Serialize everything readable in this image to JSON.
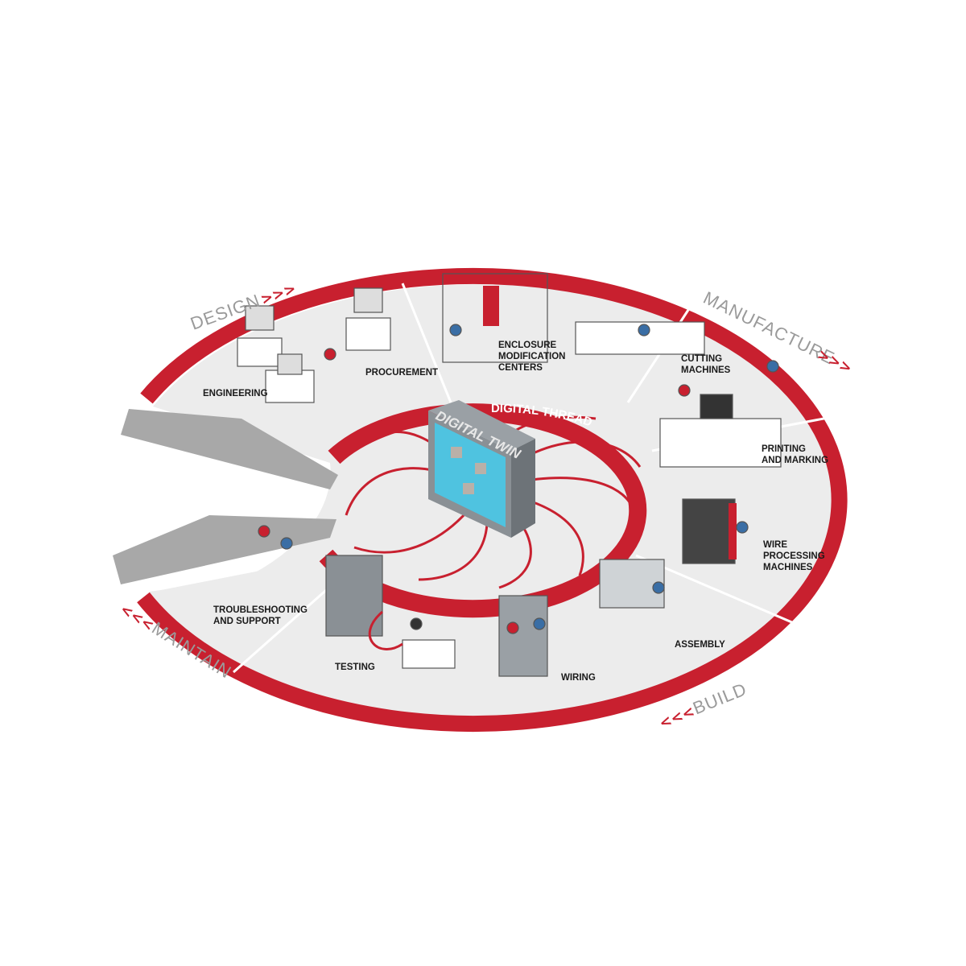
{
  "phases": {
    "design": "DESIGN",
    "manufacture": "MANUFACTURE",
    "build": "BUILD",
    "maintain": "MAINTAIN",
    "forward_arrows": ">>>",
    "back_arrows": "<<<"
  },
  "center": {
    "thread": "DIGITAL THREAD",
    "twin": "DIGITAL TWIN"
  },
  "stations": [
    {
      "id": "engineering",
      "lines": [
        "ENGINEERING"
      ]
    },
    {
      "id": "procurement",
      "lines": [
        "PROCUREMENT"
      ]
    },
    {
      "id": "enclosure",
      "lines": [
        "ENCLOSURE",
        "MODIFICATION",
        "CENTERS"
      ]
    },
    {
      "id": "cutting",
      "lines": [
        "CUTTING",
        "MACHINES"
      ]
    },
    {
      "id": "printing",
      "lines": [
        "PRINTING",
        "AND MARKING"
      ]
    },
    {
      "id": "wire",
      "lines": [
        "WIRE",
        "PROCESSING",
        "MACHINES"
      ]
    },
    {
      "id": "assembly",
      "lines": [
        "ASSEMBLY"
      ]
    },
    {
      "id": "wiring",
      "lines": [
        "WIRING"
      ]
    },
    {
      "id": "testing",
      "lines": [
        "TESTING"
      ]
    },
    {
      "id": "troubleshooting",
      "lines": [
        "TROUBLESHOOTING",
        "AND SUPPORT"
      ]
    }
  ],
  "colors": {
    "accent": "#c8202f",
    "floor": "#ececec",
    "plank": "#a8a8a8",
    "twin_glass": "#4fc3e0",
    "twin_frame": "#8a9095"
  }
}
